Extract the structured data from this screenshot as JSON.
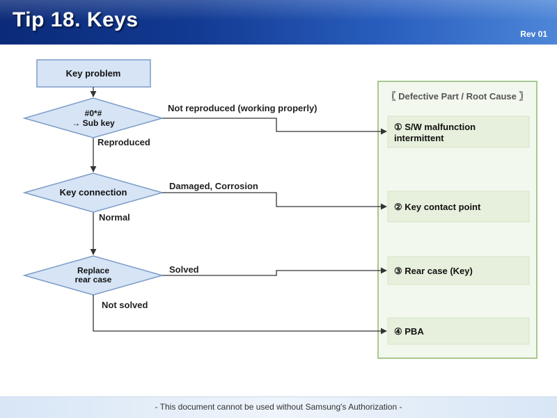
{
  "header": {
    "title": "Tip 18. Keys",
    "revision": "Rev 01"
  },
  "flow": {
    "start": "Key problem",
    "decision1": {
      "line1": "#0*#",
      "line2": "→ Sub key"
    },
    "decision2": "Key connection",
    "decision3": {
      "line1": "Replace",
      "line2": "rear case"
    },
    "labels": {
      "not_reproduced": "Not reproduced (working properly)",
      "reproduced": "Reproduced",
      "damaged": "Damaged, Corrosion",
      "normal": "Normal",
      "solved": "Solved",
      "not_solved": "Not solved"
    }
  },
  "panel": {
    "title": "〖 Defective Part / Root Cause 〗",
    "causes": [
      {
        "line1": "① S/W malfunction",
        "line2": "intermittent"
      },
      {
        "line1": "② Key contact point"
      },
      {
        "line1": "③ Rear case (Key)"
      },
      {
        "line1": "④ PBA"
      }
    ]
  },
  "footer": {
    "text": "- This document cannot be used without Samsung's Authorization -"
  },
  "colors": {
    "header": "#123a92",
    "shape_fill": "#d6e4f5",
    "shape_stroke": "#7b9cc8",
    "panel_border": "#a8c890",
    "panel_fill": "#f3f8ee",
    "cause_fill": "#e6f0dc"
  }
}
